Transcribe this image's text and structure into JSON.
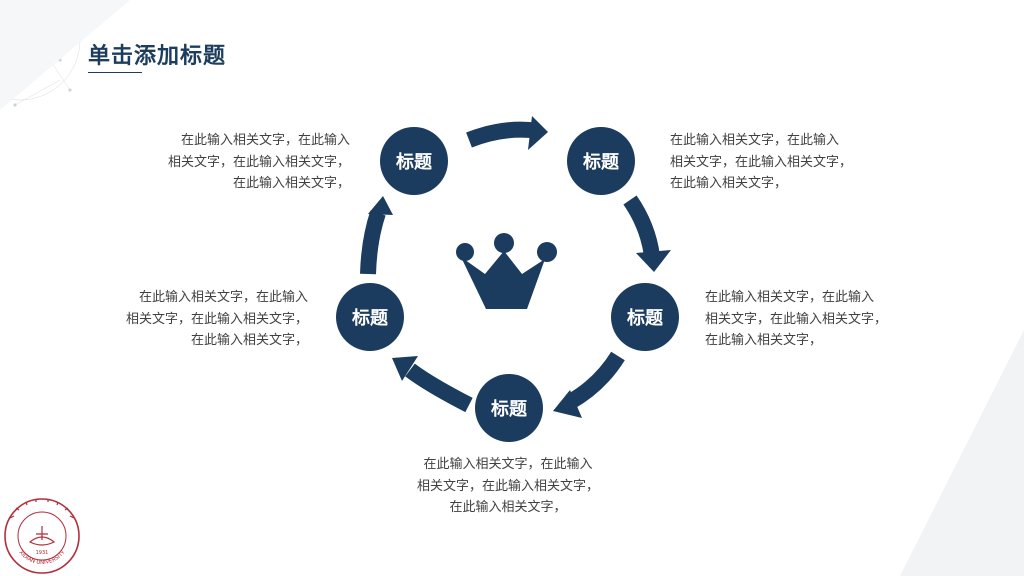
{
  "slide": {
    "title": "单击添加标题"
  },
  "nodes": [
    {
      "label": "标题"
    },
    {
      "label": "标题"
    },
    {
      "label": "标题"
    },
    {
      "label": "标题"
    },
    {
      "label": "标题"
    }
  ],
  "descriptions": [
    {
      "line1": "在此输入相关文字，在此输入",
      "line2": "相关文字，在此输入相关文字，",
      "line3": "在此输入相关文字，"
    },
    {
      "line1": "在此输入相关文字，在此输入",
      "line2": "相关文字，在此输入相关文字，",
      "line3": "在此输入相关文字，"
    },
    {
      "line1": "在此输入相关文字，在此输入",
      "line2": "相关文字，在此输入相关文字，",
      "line3": "在此输入相关文字，"
    },
    {
      "line1": "在此输入相关文字，在此输入",
      "line2": "相关文字，在此输入相关文字，",
      "line3": "在此输入相关文字，"
    },
    {
      "line1": "在此输入相关文字，在此输入",
      "line2": "相关文字，在此输入相关文字，",
      "line3": "在此输入相关文字，"
    }
  ],
  "logo": {
    "text": "XIDIAN UNIVERSITY",
    "year": "1931"
  },
  "colors": {
    "primary": "#1b3c5e",
    "text": "#404040",
    "logo": "#b22e3a"
  },
  "icons": {
    "center": "crown-icon"
  }
}
